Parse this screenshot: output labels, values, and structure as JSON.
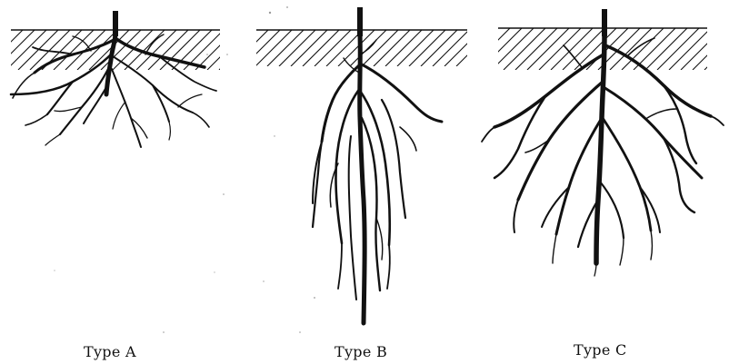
{
  "figure": {
    "panels": [
      {
        "id": "type-a",
        "label": "Type A",
        "root_system": "shallow, spreading"
      },
      {
        "id": "type-b",
        "label": "Type B",
        "root_system": "deep, taproot-dominant"
      },
      {
        "id": "type-c",
        "label": "Type C",
        "root_system": "wide and deep"
      }
    ]
  },
  "colors": {
    "ink": "#111111",
    "background": "#ffffff"
  }
}
